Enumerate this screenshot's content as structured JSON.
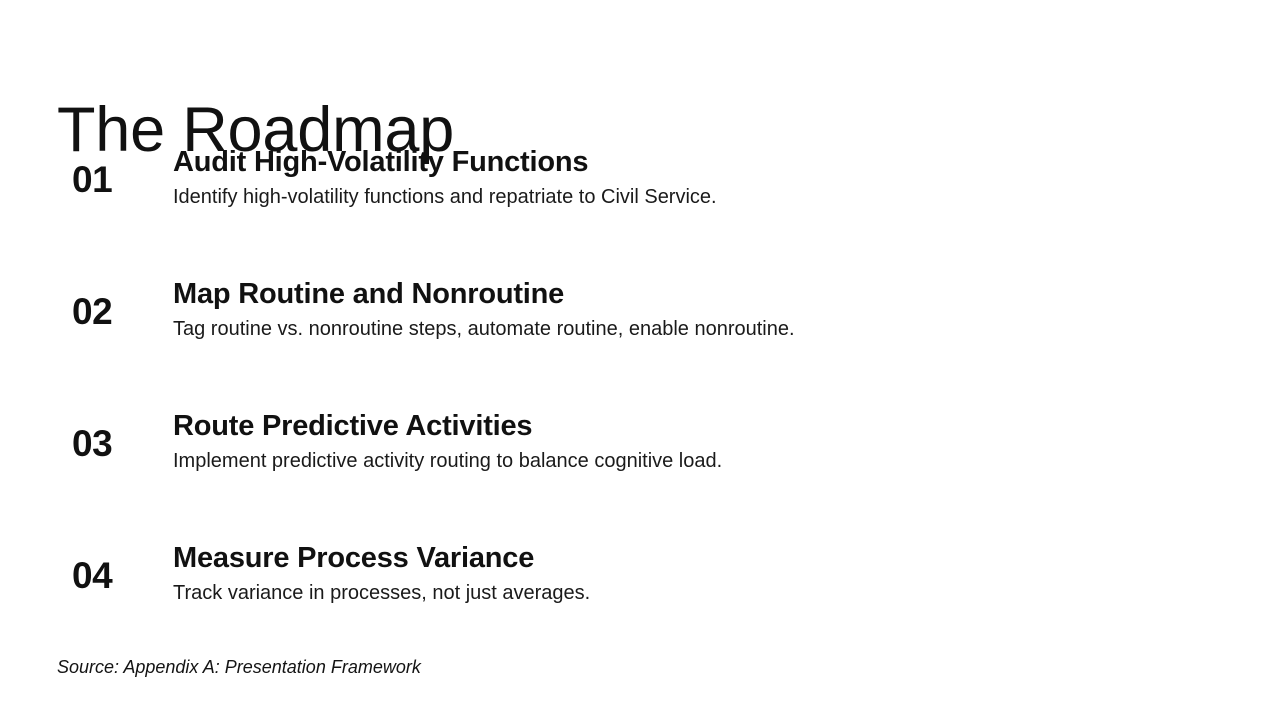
{
  "slide": {
    "title": "The Roadmap",
    "background_color": "#ffffff",
    "text_color": "#111111"
  },
  "steps": [
    {
      "number": "01",
      "heading": "Audit High-Volatility Functions",
      "description": "Identify high-volatility functions and repatriate to Civil Service."
    },
    {
      "number": "02",
      "heading": "Map Routine and Nonroutine",
      "description": "Tag routine vs. nonroutine steps, automate routine, enable nonroutine."
    },
    {
      "number": "03",
      "heading": "Route Predictive Activities",
      "description": "Implement predictive activity routing to balance cognitive load."
    },
    {
      "number": "04",
      "heading": "Measure Process Variance",
      "description": "Track variance in processes, not just averages."
    }
  ],
  "footer": {
    "source": "Source: Appendix A: Presentation Framework"
  }
}
